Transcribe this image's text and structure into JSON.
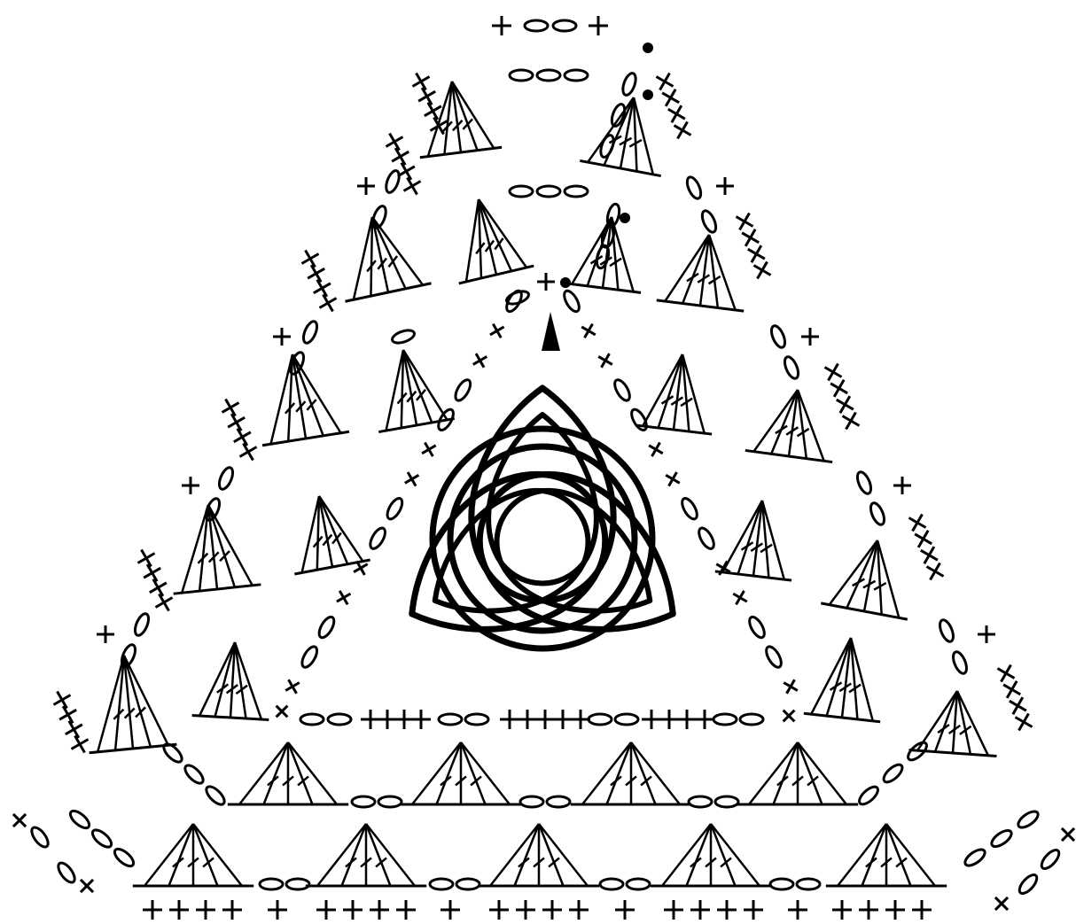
{
  "diagram": {
    "type": "crochet-chart",
    "shape": "triangle",
    "center_motif": "triquetra-knot",
    "ink_color": "#000000",
    "paper_color": "#ffffff",
    "start_marker": "filled-triangle-arrow",
    "symbols": {
      "single_crochet": "+",
      "slip_stitch": "dot",
      "chain": "oval",
      "fan": "triangle-fan"
    }
  }
}
